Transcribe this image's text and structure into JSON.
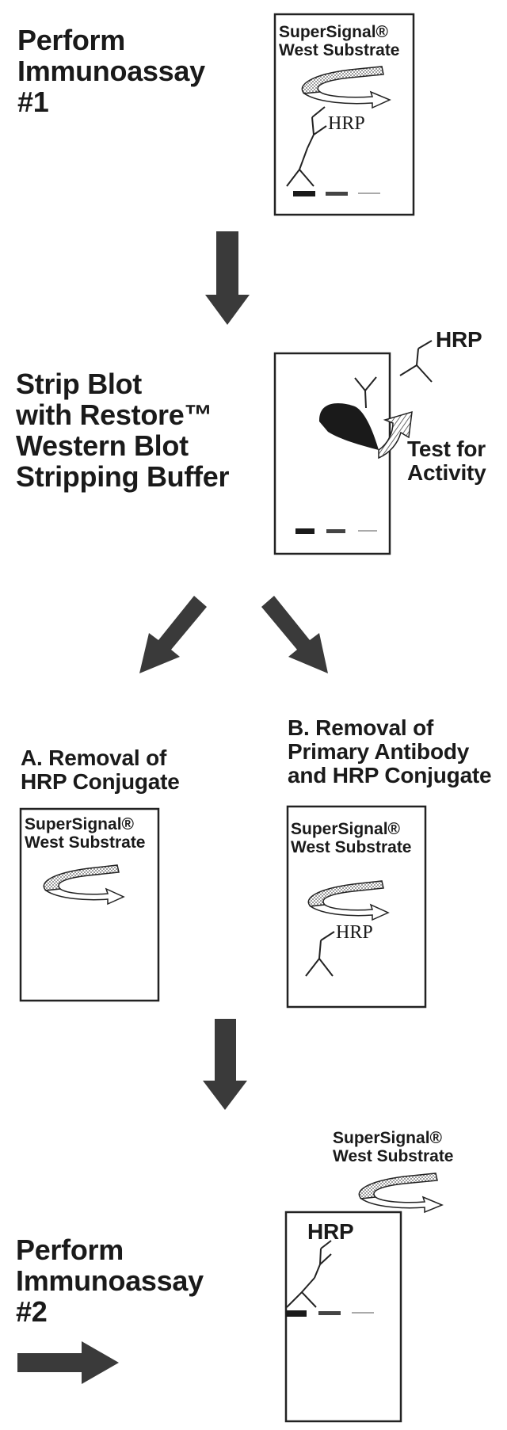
{
  "step1": {
    "title_lines": [
      "Perform",
      "Immunoassay",
      "#1"
    ]
  },
  "substrate_label": {
    "line1": "SuperSignal®",
    "line2": "West Substrate"
  },
  "hrp_label": "HRP",
  "step2": {
    "title_lines": [
      "Strip Blot",
      "with Restore™",
      "Western Blot",
      "Stripping Buffer"
    ],
    "test_label_lines": [
      "Test for",
      "Activity"
    ]
  },
  "option_a": {
    "title_lines": [
      "A. Removal of",
      "HRP Conjugate"
    ]
  },
  "option_b": {
    "title_lines": [
      "B. Removal of",
      "Primary Antibody",
      "and HRP Conjugate"
    ]
  },
  "step3": {
    "title_lines": [
      "Perform",
      "Immunoassay",
      "#2"
    ]
  },
  "colors": {
    "ink": "#1a1a1a",
    "arrow": "#3a3a3a",
    "panel_border": "#222222"
  }
}
